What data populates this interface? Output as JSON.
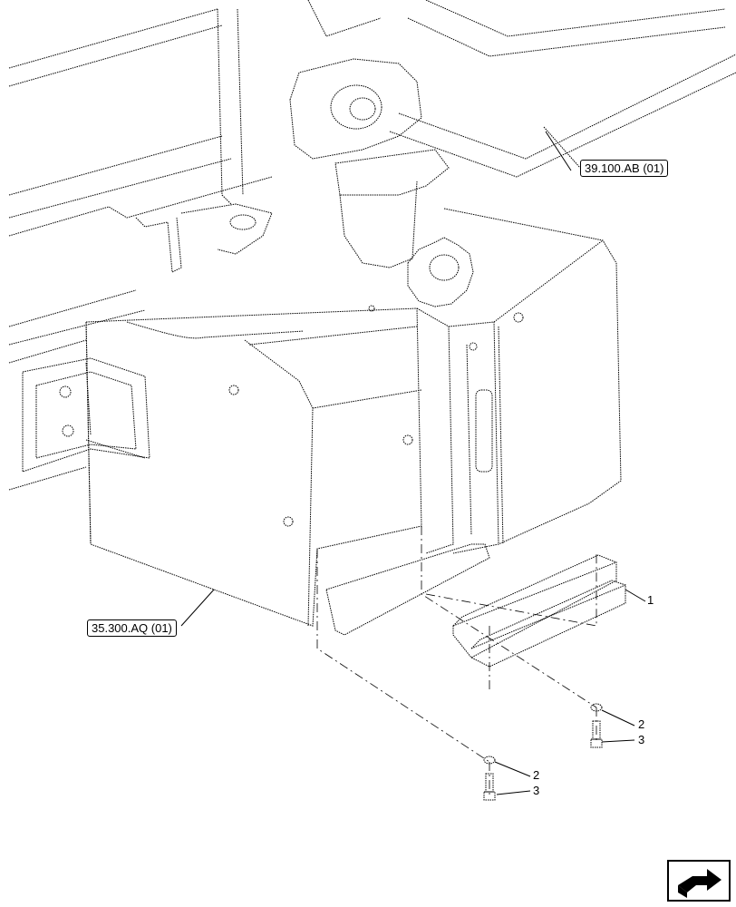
{
  "references": {
    "ref_top": "39.100.AB (01)",
    "ref_left": "35.300.AQ (01)"
  },
  "callouts": {
    "item_1": "1",
    "item_2_upper": "2",
    "item_3_upper": "3",
    "item_2_lower": "2",
    "item_3_lower": "3"
  },
  "icons": {
    "cap": "fuel-cap-icon",
    "next_page": "next-page-arrow-icon"
  }
}
